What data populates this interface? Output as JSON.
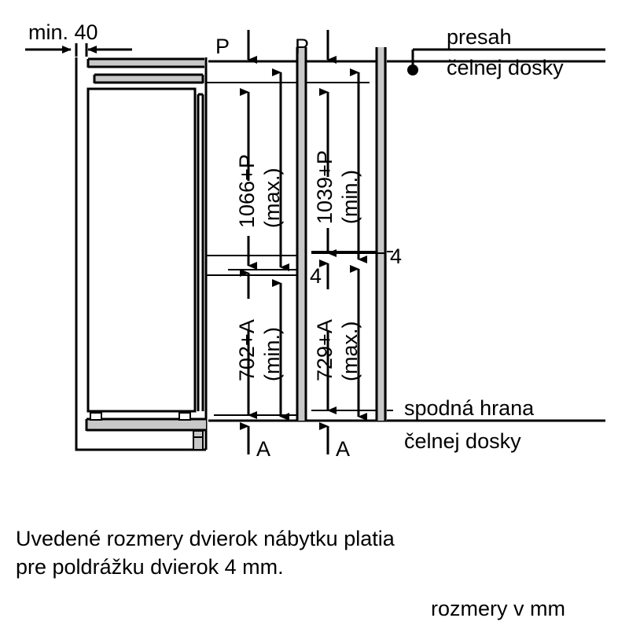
{
  "figure": {
    "kind": "appliance-installation-dimension-drawing",
    "units_note": "rozmery v mm"
  },
  "labels": {
    "min_40": "min. 40",
    "p_left": "P",
    "p_right": "P",
    "a_left": "A",
    "a_right": "A",
    "gap_left": "4",
    "gap_right": "4",
    "dim_1066": "1066+P",
    "dim_1066_qual": "(max.)",
    "dim_1039": "1039+P",
    "dim_1039_qual": "(min.)",
    "dim_702": "702+A",
    "dim_702_qual": "(min.)",
    "dim_729": "729+A",
    "dim_729_qual": "(max.)"
  },
  "callouts": {
    "top": {
      "line1": "presah",
      "line2": "čelnej dosky"
    },
    "bottom": {
      "line1": "spodná hrana",
      "line2": "čelnej dosky"
    }
  },
  "caption": {
    "line1": "Uvedené rozmery dvierok nábytku platia",
    "line2": "pre poldrážku dvierok 4 mm.",
    "units": "rozmery v mm"
  },
  "colors": {
    "stroke": "#000000",
    "panel_fill": "#c8c8c8",
    "background": "#ffffff"
  },
  "icons": {
    "arrow_down": "arrow-down-icon",
    "arrow_up": "arrow-up-icon",
    "arrow_right": "arrow-right-icon",
    "arrow_left": "arrow-left-icon",
    "leader_dot": "leader-dot-icon"
  }
}
